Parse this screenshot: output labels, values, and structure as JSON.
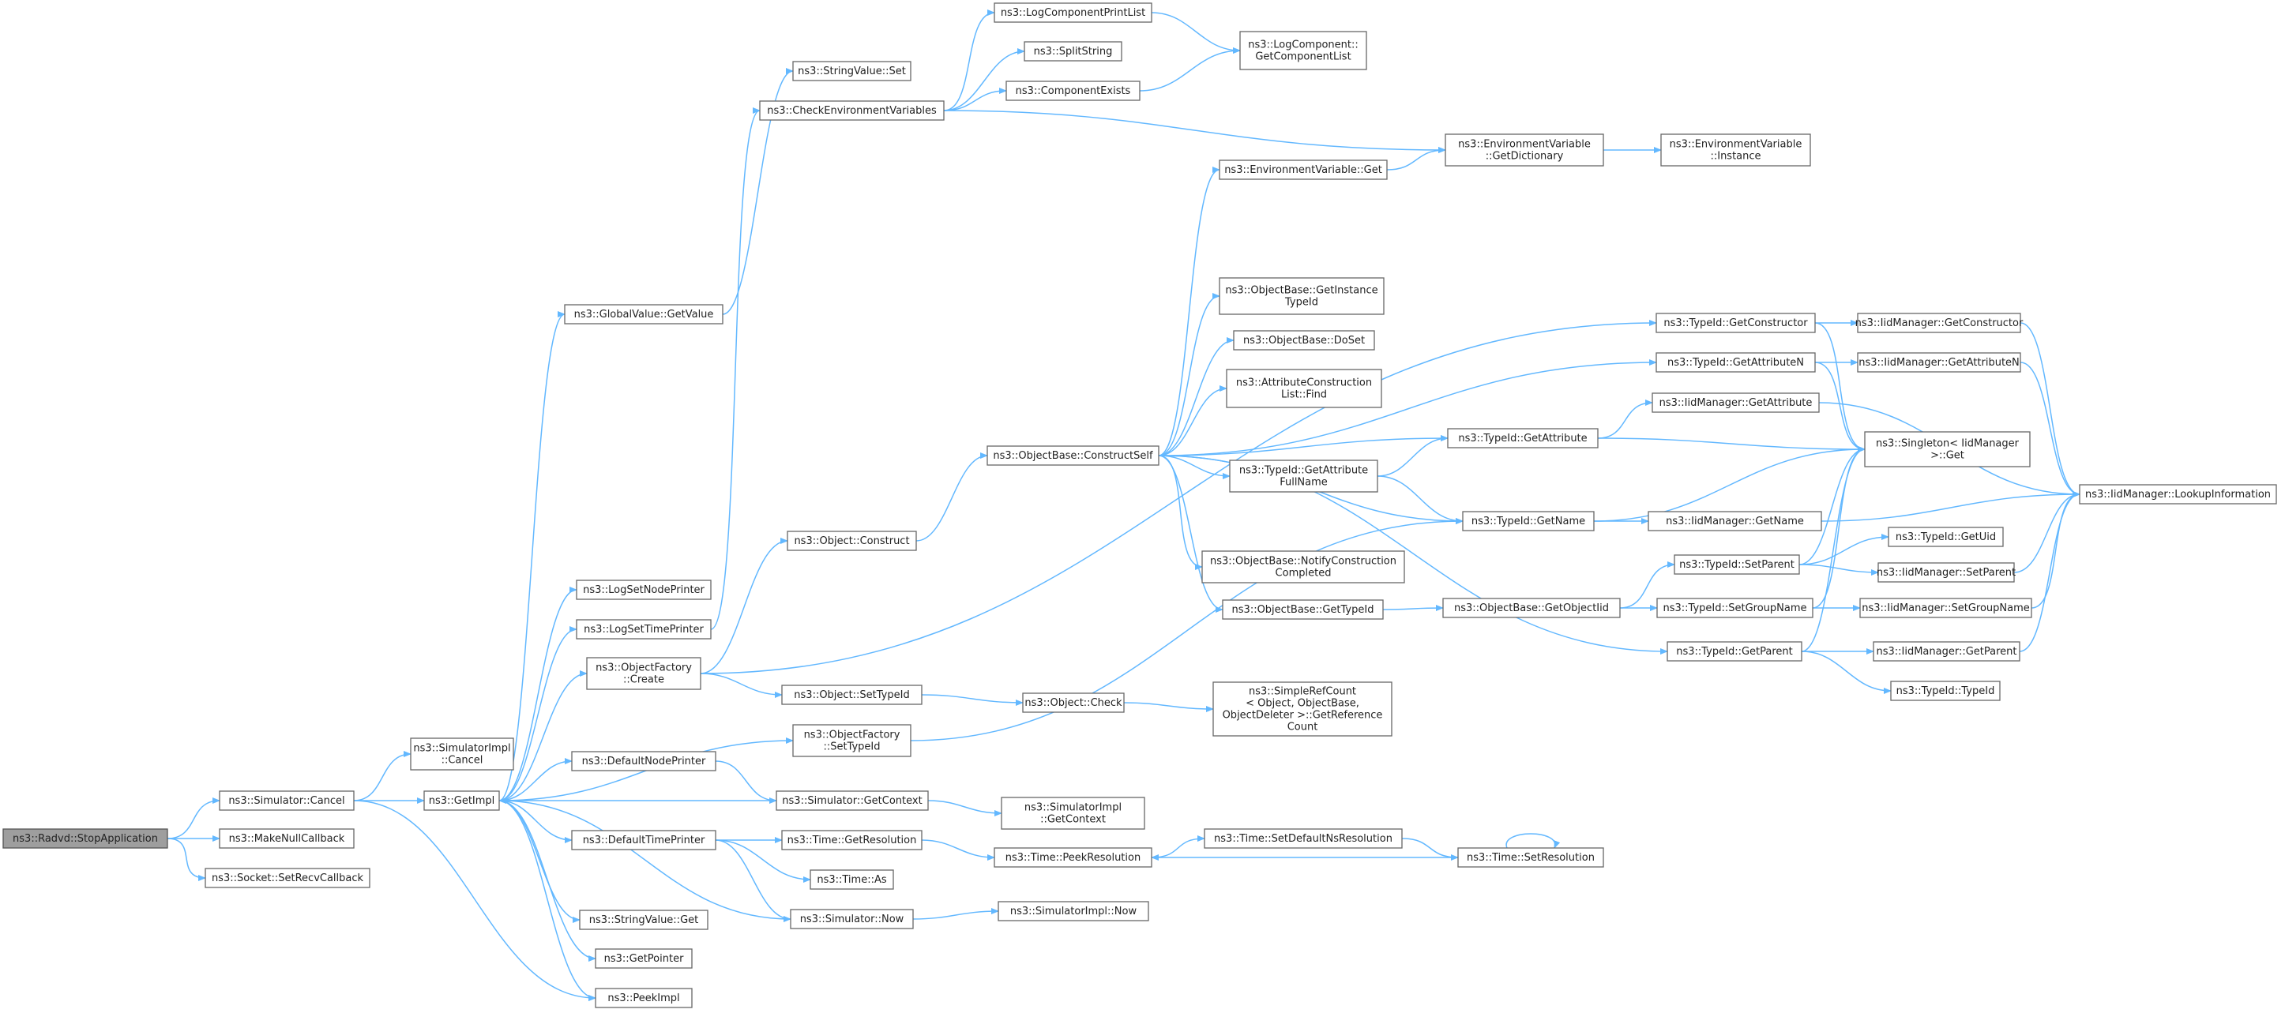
{
  "graph": {
    "nodes": [
      {
        "id": "stopapp",
        "lines": [
          "ns3::Radvd::StopApplication"
        ],
        "root": true
      },
      {
        "id": "simcancel",
        "lines": [
          "ns3::Simulator::Cancel"
        ]
      },
      {
        "id": "makenull",
        "lines": [
          "ns3::MakeNullCallback"
        ]
      },
      {
        "id": "setrecv",
        "lines": [
          "ns3::Socket::SetRecvCallback"
        ]
      },
      {
        "id": "simimplcancel",
        "lines": [
          "ns3::SimulatorImpl",
          "::Cancel"
        ]
      },
      {
        "id": "getimpl",
        "lines": [
          "ns3::GetImpl"
        ]
      },
      {
        "id": "peekimpl",
        "lines": [
          "ns3::PeekImpl"
        ]
      },
      {
        "id": "globalget",
        "lines": [
          "ns3::GlobalValue::GetValue"
        ]
      },
      {
        "id": "lognode",
        "lines": [
          "ns3::LogSetNodePrinter"
        ]
      },
      {
        "id": "logtime",
        "lines": [
          "ns3::LogSetTimePrinter"
        ]
      },
      {
        "id": "ofcreate",
        "lines": [
          "ns3::ObjectFactory",
          "::Create"
        ]
      },
      {
        "id": "ofsettypeid",
        "lines": [
          "ns3::ObjectFactory",
          "::SetTypeId"
        ]
      },
      {
        "id": "defnode",
        "lines": [
          "ns3::DefaultNodePrinter"
        ]
      },
      {
        "id": "defTime",
        "lines": [
          "ns3::DefaultTimePrinter"
        ]
      },
      {
        "id": "strvalget",
        "lines": [
          "ns3::StringValue::Get"
        ]
      },
      {
        "id": "getpointer",
        "lines": [
          "ns3::GetPointer"
        ]
      },
      {
        "id": "strvalset",
        "lines": [
          "ns3::StringValue::Set"
        ]
      },
      {
        "id": "checkenv",
        "lines": [
          "ns3::CheckEnvironmentVariables"
        ]
      },
      {
        "id": "objconstruct",
        "lines": [
          "ns3::Object::Construct"
        ]
      },
      {
        "id": "objsettypeid",
        "lines": [
          "ns3::Object::SetTypeId"
        ]
      },
      {
        "id": "simgetctx",
        "lines": [
          "ns3::Simulator::GetContext"
        ]
      },
      {
        "id": "timegetres",
        "lines": [
          "ns3::Time::GetResolution"
        ]
      },
      {
        "id": "timeas",
        "lines": [
          "ns3::Time::As"
        ]
      },
      {
        "id": "simnow",
        "lines": [
          "ns3::Simulator::Now"
        ]
      },
      {
        "id": "logcompprint",
        "lines": [
          "ns3::LogComponentPrintList"
        ]
      },
      {
        "id": "splitstring",
        "lines": [
          "ns3::SplitString"
        ]
      },
      {
        "id": "compexists",
        "lines": [
          "ns3::ComponentExists"
        ]
      },
      {
        "id": "constructself",
        "lines": [
          "ns3::ObjectBase::ConstructSelf"
        ]
      },
      {
        "id": "objcheck",
        "lines": [
          "ns3::Object::Check"
        ]
      },
      {
        "id": "simimplgetctx",
        "lines": [
          "ns3::SimulatorImpl",
          "::GetContext"
        ]
      },
      {
        "id": "peekres",
        "lines": [
          "ns3::Time::PeekResolution"
        ]
      },
      {
        "id": "simimplnow",
        "lines": [
          "ns3::SimulatorImpl::Now"
        ]
      },
      {
        "id": "getcomplist",
        "lines": [
          "ns3::LogComponent::",
          "GetComponentList"
        ]
      },
      {
        "id": "envget",
        "lines": [
          "ns3::EnvironmentVariable::Get"
        ]
      },
      {
        "id": "getinsttypeid",
        "lines": [
          "ns3::ObjectBase::GetInstance",
          "TypeId"
        ]
      },
      {
        "id": "doset",
        "lines": [
          "ns3::ObjectBase::DoSet"
        ]
      },
      {
        "id": "attrfind",
        "lines": [
          "ns3::AttributeConstruction",
          "List::Find"
        ]
      },
      {
        "id": "getattrfull",
        "lines": [
          "ns3::TypeId::GetAttribute",
          "FullName"
        ]
      },
      {
        "id": "notifycc",
        "lines": [
          "ns3::ObjectBase::NotifyConstruction",
          "Completed"
        ]
      },
      {
        "id": "obgettypeid",
        "lines": [
          "ns3::ObjectBase::GetTypeId"
        ]
      },
      {
        "id": "simplerefcount",
        "lines": [
          "ns3::SimpleRefCount",
          "< Object, ObjectBase,",
          "ObjectDeleter >::GetReference",
          "Count"
        ]
      },
      {
        "id": "setdefaultres",
        "lines": [
          "ns3::Time::SetDefaultNsResolution"
        ]
      },
      {
        "id": "envdict",
        "lines": [
          "ns3::EnvironmentVariable",
          "::GetDictionary"
        ]
      },
      {
        "id": "tgetconstructor",
        "lines": [
          "ns3::TypeId::GetConstructor"
        ]
      },
      {
        "id": "tgetattrn",
        "lines": [
          "ns3::TypeId::GetAttributeN"
        ]
      },
      {
        "id": "tgetattr",
        "lines": [
          "ns3::TypeId::GetAttribute"
        ]
      },
      {
        "id": "tgetname",
        "lines": [
          "ns3::TypeId::GetName"
        ]
      },
      {
        "id": "getobjectiid",
        "lines": [
          "ns3::ObjectBase::GetObjectIid"
        ]
      },
      {
        "id": "tgetparent",
        "lines": [
          "ns3::TypeId::GetParent"
        ]
      },
      {
        "id": "setresolution",
        "lines": [
          "ns3::Time::SetResolution"
        ]
      },
      {
        "id": "envinstance",
        "lines": [
          "ns3::EnvironmentVariable",
          "::Instance"
        ]
      },
      {
        "id": "iidgetctor",
        "lines": [
          "ns3::IidManager::GetConstructor"
        ]
      },
      {
        "id": "iidgetattrn",
        "lines": [
          "ns3::IidManager::GetAttributeN"
        ]
      },
      {
        "id": "iidgetattr",
        "lines": [
          "ns3::IidManager::GetAttribute"
        ]
      },
      {
        "id": "singleton",
        "lines": [
          "ns3::Singleton< IidManager",
          ">::Get"
        ]
      },
      {
        "id": "iidgetname",
        "lines": [
          "ns3::IidManager::GetName"
        ]
      },
      {
        "id": "tsetparent",
        "lines": [
          "ns3::TypeId::SetParent"
        ]
      },
      {
        "id": "tsetgroup",
        "lines": [
          "ns3::TypeId::SetGroupName"
        ]
      },
      {
        "id": "tgetuid",
        "lines": [
          "ns3::TypeId::GetUid"
        ]
      },
      {
        "id": "iidsetparent",
        "lines": [
          "ns3::IidManager::SetParent"
        ]
      },
      {
        "id": "iidsetgroup",
        "lines": [
          "ns3::IidManager::SetGroupName"
        ]
      },
      {
        "id": "iidgetparent",
        "lines": [
          "ns3::IidManager::GetParent"
        ]
      },
      {
        "id": "ttypeid",
        "lines": [
          "ns3::TypeId::TypeId"
        ]
      },
      {
        "id": "lookup",
        "lines": [
          "ns3::IidManager::LookupInformation"
        ]
      }
    ],
    "edges": [
      [
        "stopapp",
        "simcancel"
      ],
      [
        "stopapp",
        "makenull"
      ],
      [
        "stopapp",
        "setrecv"
      ],
      [
        "simcancel",
        "simimplcancel"
      ],
      [
        "simcancel",
        "getimpl"
      ],
      [
        "simcancel",
        "peekimpl"
      ],
      [
        "getimpl",
        "globalget"
      ],
      [
        "getimpl",
        "lognode"
      ],
      [
        "getimpl",
        "logtime"
      ],
      [
        "getimpl",
        "ofcreate"
      ],
      [
        "getimpl",
        "ofsettypeid"
      ],
      [
        "getimpl",
        "defnode"
      ],
      [
        "getimpl",
        "defTime"
      ],
      [
        "getimpl",
        "strvalget"
      ],
      [
        "getimpl",
        "getpointer"
      ],
      [
        "getimpl",
        "peekimpl"
      ],
      [
        "globalget",
        "strvalset"
      ],
      [
        "logtime",
        "checkenv"
      ],
      [
        "ofcreate",
        "objconstruct"
      ],
      [
        "ofcreate",
        "objsettypeid"
      ],
      [
        "ofcreate",
        "tgetconstructor"
      ],
      [
        "ofsettypeid",
        "tgetname"
      ],
      [
        "defnode",
        "simgetctx"
      ],
      [
        "simgetctx",
        "getimpl"
      ],
      [
        "simgetctx",
        "simimplgetctx"
      ],
      [
        "defTime",
        "timegetres"
      ],
      [
        "defTime",
        "timeas"
      ],
      [
        "defTime",
        "simnow"
      ],
      [
        "simnow",
        "getimpl"
      ],
      [
        "simnow",
        "simimplnow"
      ],
      [
        "checkenv",
        "logcompprint"
      ],
      [
        "checkenv",
        "splitstring"
      ],
      [
        "checkenv",
        "compexists"
      ],
      [
        "checkenv",
        "envdict"
      ],
      [
        "logcompprint",
        "getcomplist"
      ],
      [
        "compexists",
        "getcomplist"
      ],
      [
        "objconstruct",
        "constructself"
      ],
      [
        "constructself",
        "envget"
      ],
      [
        "constructself",
        "getinsttypeid"
      ],
      [
        "constructself",
        "doset"
      ],
      [
        "constructself",
        "attrfind"
      ],
      [
        "constructself",
        "tgetattr"
      ],
      [
        "constructself",
        "getattrfull"
      ],
      [
        "constructself",
        "tgetname"
      ],
      [
        "constructself",
        "notifycc"
      ],
      [
        "constructself",
        "obgettypeid"
      ],
      [
        "constructself",
        "tgetparent"
      ],
      [
        "constructself",
        "tgetattrn"
      ],
      [
        "objsettypeid",
        "objcheck"
      ],
      [
        "objcheck",
        "simplerefcount"
      ],
      [
        "timegetres",
        "peekres"
      ],
      [
        "peekres",
        "setdefaultres"
      ],
      [
        "setdefaultres",
        "setresolution"
      ],
      [
        "setresolution",
        "peekres"
      ],
      [
        "setresolution",
        "setresolution"
      ],
      [
        "envget",
        "envdict"
      ],
      [
        "envdict",
        "envinstance"
      ],
      [
        "getattrfull",
        "tgetattr"
      ],
      [
        "getattrfull",
        "tgetname"
      ],
      [
        "obgettypeid",
        "getobjectiid"
      ],
      [
        "getobjectiid",
        "tsetparent"
      ],
      [
        "getobjectiid",
        "tsetgroup"
      ],
      [
        "tgetconstructor",
        "iidgetctor"
      ],
      [
        "tgetconstructor",
        "singleton"
      ],
      [
        "tgetattrn",
        "iidgetattrn"
      ],
      [
        "tgetattrn",
        "singleton"
      ],
      [
        "tgetattr",
        "iidgetattr"
      ],
      [
        "tgetattr",
        "singleton"
      ],
      [
        "tgetname",
        "iidgetname"
      ],
      [
        "tgetname",
        "singleton"
      ],
      [
        "tsetparent",
        "tgetuid"
      ],
      [
        "tsetparent",
        "iidsetparent"
      ],
      [
        "tsetparent",
        "singleton"
      ],
      [
        "tsetgroup",
        "iidsetgroup"
      ],
      [
        "tsetgroup",
        "singleton"
      ],
      [
        "tgetparent",
        "iidgetparent"
      ],
      [
        "tgetparent",
        "ttypeid"
      ],
      [
        "tgetparent",
        "singleton"
      ],
      [
        "iidgetctor",
        "lookup"
      ],
      [
        "iidgetattrn",
        "lookup"
      ],
      [
        "iidgetattr",
        "lookup"
      ],
      [
        "iidgetname",
        "lookup"
      ],
      [
        "iidsetparent",
        "lookup"
      ],
      [
        "iidsetgroup",
        "lookup"
      ],
      [
        "iidgetparent",
        "lookup"
      ]
    ]
  }
}
